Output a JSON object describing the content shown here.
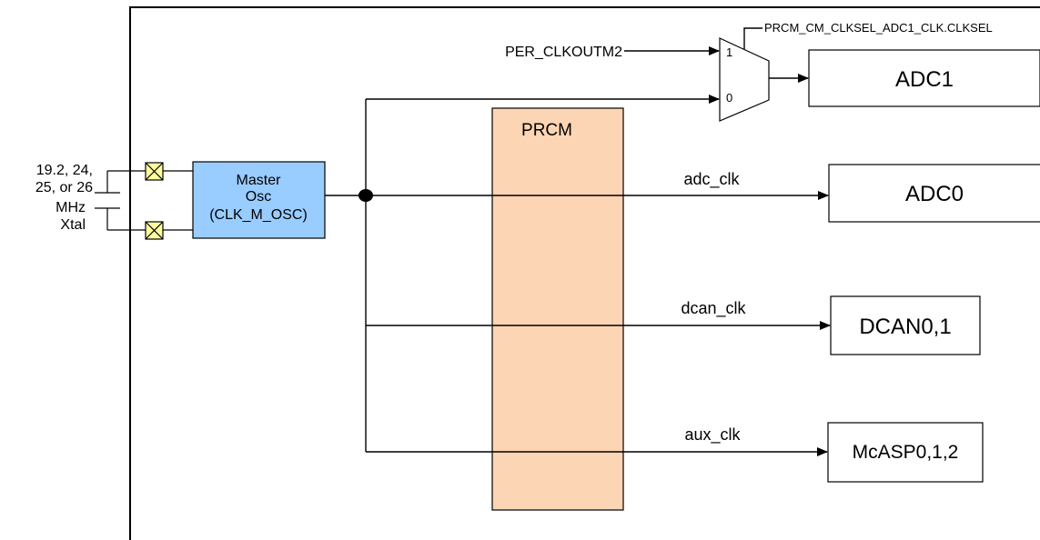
{
  "crystal": {
    "freq_line1": "19.2, 24,",
    "freq_line2": "25, or 26",
    "freq_line3": "MHz",
    "freq_line4": "Xtal"
  },
  "master_osc": {
    "line1": "Master",
    "line2": "Osc",
    "line3": "(CLK_M_OSC)",
    "fill_color": "#99ccff"
  },
  "prcm": {
    "label": "PRCM",
    "fill_color": "#fcd5b4"
  },
  "mux": {
    "select_label": "PRCM_CM_CLKSEL_ADC1_CLK.CLKSEL",
    "input1_label": "1",
    "input0_label": "0",
    "input1_source": "PER_CLKOUTM2"
  },
  "signals": {
    "adc_clk": "adc_clk",
    "dcan_clk": "dcan_clk",
    "aux_clk": "aux_clk"
  },
  "blocks": {
    "adc1": "ADC1",
    "adc0": "ADC0",
    "dcan": "DCAN0,1",
    "mcasp": "McASP0,1,2"
  },
  "pad_color": "#ffffa0"
}
